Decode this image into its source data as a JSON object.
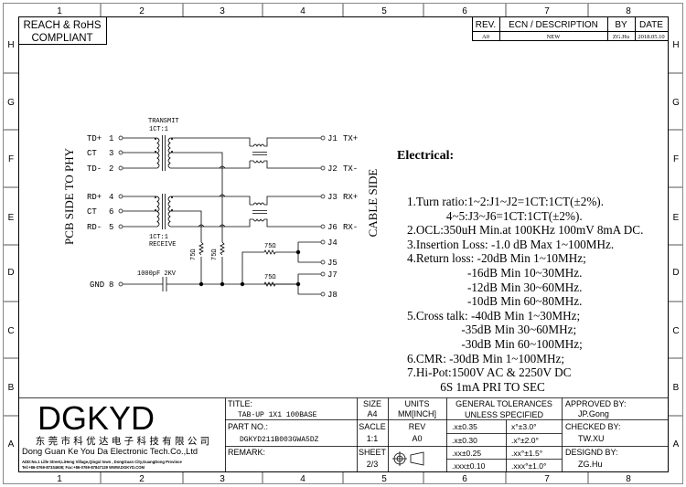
{
  "grid": {
    "columns": [
      "1",
      "2",
      "3",
      "4",
      "5",
      "6",
      "7",
      "8"
    ],
    "rows": [
      "H",
      "G",
      "F",
      "E",
      "D",
      "C",
      "B",
      "A"
    ]
  },
  "compliance": {
    "line1": "REACH & RoHS",
    "line2": "COMPLIANT"
  },
  "revision_table": {
    "headers": [
      "REV.",
      "ECN / DESCRIPTION",
      "BY",
      "DATE"
    ],
    "row": [
      "A0",
      "NEW",
      "ZG.Hu",
      "2018.05.10"
    ]
  },
  "schematic": {
    "left_side_label": "PCB SIDE TO PHY",
    "right_side_label": "CABLE SIDE",
    "transmit_label": "TRANSMIT",
    "transmit_ratio": "1CT:1",
    "receive_ratio": "1CT:1",
    "receive_label": "RECEIVE",
    "pins_left": [
      {
        "name": "TD+",
        "num": "1"
      },
      {
        "name": "CT",
        "num": "3"
      },
      {
        "name": "TD-",
        "num": "2"
      },
      {
        "name": "RD+",
        "num": "4"
      },
      {
        "name": "CT",
        "num": "6"
      },
      {
        "name": "RD-",
        "num": "5"
      },
      {
        "name": "GND",
        "num": "8"
      }
    ],
    "pins_right": [
      {
        "num": "J1",
        "name": "TX+"
      },
      {
        "num": "J2",
        "name": "TX-"
      },
      {
        "num": "J3",
        "name": "RX+"
      },
      {
        "num": "J6",
        "name": "RX-"
      },
      {
        "num": "J4",
        "name": ""
      },
      {
        "num": "J5",
        "name": ""
      },
      {
        "num": "J7",
        "name": ""
      },
      {
        "num": "J8",
        "name": ""
      }
    ],
    "resistor": "75Ω",
    "capacitor": "1000pF 2KV"
  },
  "electrical": {
    "heading": "Electrical:",
    "lines": [
      "1.Turn ratio:1~2:J1~J2=1CT:1CT(±2%).",
      "             4~5:J3~J6=1CT:1CT(±2%).",
      "2.OCL:350uH Min.at 100KHz 100mV 8mA DC.",
      "3.Insertion Loss: -1.0 dB Max 1~100MHz.",
      "4.Return loss: -20dB Min 1~10MHz;",
      "                    -16dB Min 10~30MHz.",
      "                    -12dB Min 30~60MHz.",
      "                    -10dB Min 60~80MHz.",
      "5.Cross talk: -40dB Min 1~30MHz;",
      "                  -35dB Min 30~60MHz;",
      "                  -30dB Min 60~100MHz;",
      "6.CMR: -30dB Min 1~100MHz;",
      "7.Hi-Pot:1500V AC & 2250V DC",
      "           6S 1mA PRI TO SEC"
    ]
  },
  "title_block": {
    "logo": "DGKYD",
    "company_cn": "东 莞 市 科 优 达 电 子 科 技 有 限 公 司",
    "company_en": "Dong Guan Ke You Da Electronic Tech.Co.,Ltd",
    "address": "ADD:No.1 Lille Street,LiHeng Village,Qingxi town , DongGuan City,GuangDong Province",
    "contact": "Tel:+86-0769-87334608; Fax:+86-0769-87847129  WWW.DGKYD.COM",
    "title_label": "TITLE:",
    "title_value": "TAB-UP 1X1 100BASE",
    "part_label": "PART NO.:",
    "part_value": "DGKYD211B003GWA5DZ",
    "remark_label": "REMARK:",
    "size_label": "SIZE",
    "size_value": "A4",
    "units_label": "UNITS",
    "units_value": "MM[INCH]",
    "scale_label": "SACLE",
    "scale_value": "1:1",
    "rev_label": "REV",
    "rev_value": "A0",
    "sheet_label": "SHEET",
    "sheet_value": "2/3",
    "tol_label1": "GENERAL TOLERANCES",
    "tol_label2": "UNLESS SPECIFIED",
    "tolerances": [
      [
        ".x±0.35",
        "x°±3.0°"
      ],
      [
        ".x±0.30",
        ".x°±2.0°"
      ],
      [
        ".xx±0.25",
        ".xx°±1.5°"
      ],
      [
        ".xxx±0.10",
        ".xxx°±1.0°"
      ]
    ],
    "approved_label": "APPROVED BY:",
    "approved_value": "JP.Gong",
    "checked_label": "CHECKED BY:",
    "checked_value": "TW.XU",
    "designed_label": "DESIGND BY:",
    "designed_value": "ZG.Hu"
  }
}
